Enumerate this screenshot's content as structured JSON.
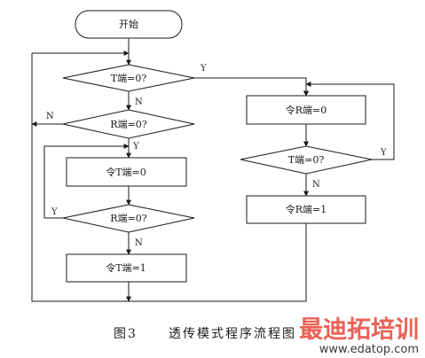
{
  "flowchart": {
    "start": "开始",
    "left": {
      "decision_t": "T端=0?",
      "decision_r1": "R端=0?",
      "process_t0": "令T端=0",
      "decision_r2": "R端=0?",
      "process_t1": "令T端=1"
    },
    "right": {
      "process_r0": "令R端=0",
      "decision_t": "T端=0?",
      "process_r1": "令R端=1"
    },
    "branch_labels": {
      "t_yes": "Y",
      "t_no": "N",
      "r1_no": "N",
      "r1_yes": "Y",
      "r2_yes": "Y",
      "r2_no": "N",
      "rt_yes": "Y",
      "rt_no": "N"
    }
  },
  "caption": {
    "figure_number": "图3",
    "title": "透传模式程序流程图"
  },
  "watermark": {
    "brand": "最迪拓培训",
    "url": "www.edatop.com",
    "colors": {
      "brand": "#e8463a",
      "url": "#3a3a3a"
    }
  }
}
